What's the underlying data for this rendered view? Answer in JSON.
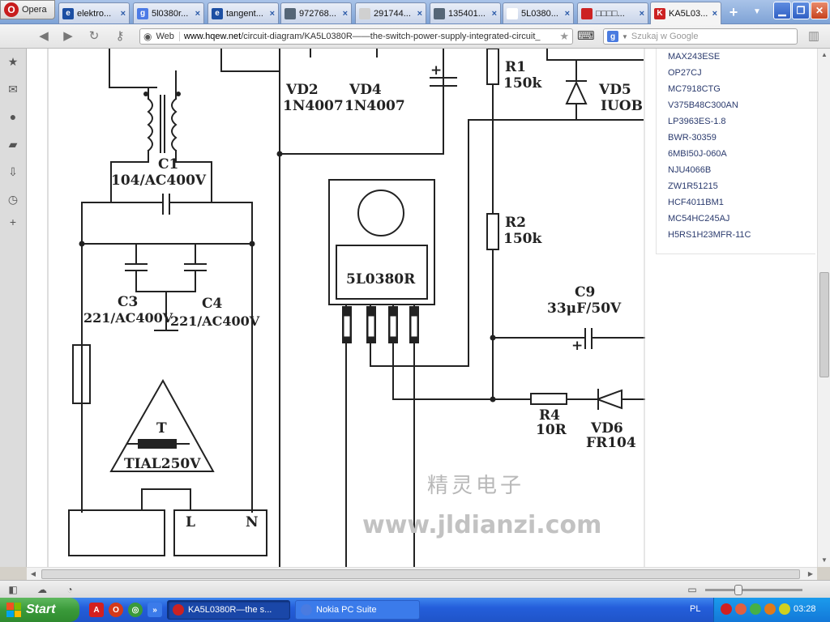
{
  "browser": {
    "menu_label": "Opera",
    "tabs": [
      {
        "title": "elektro...",
        "fav_color": "#1c4fa3",
        "fav_char": "e",
        "active": false
      },
      {
        "title": "5l0380r...",
        "fav_color": "#4c7be6",
        "fav_char": "g",
        "active": false
      },
      {
        "title": "tangent...",
        "fav_color": "#1c4fa3",
        "fav_char": "e",
        "active": false
      },
      {
        "title": "972768...",
        "fav_color": "#556677",
        "fav_char": "",
        "active": false
      },
      {
        "title": "291744...",
        "fav_color": "#d0d0d0",
        "fav_char": "",
        "active": false
      },
      {
        "title": "135401...",
        "fav_color": "#556677",
        "fav_char": "",
        "active": false
      },
      {
        "title": "5L0380...",
        "fav_color": "#ffffff",
        "fav_char": "",
        "active": false
      },
      {
        "title": "□□□□...",
        "fav_color": "#cc2222",
        "fav_char": "",
        "active": false
      },
      {
        "title": "KA5L03...",
        "fav_color": "#cc2222",
        "fav_char": "K",
        "active": true
      }
    ],
    "tab_close": "×",
    "new_tab": "+",
    "tab_menu": "▼"
  },
  "address_bar": {
    "mode_label": "Web",
    "url_domain": "www.hqew.net",
    "url_path": "/circuit-diagram/KA5L0380R——the-switch-power-supply-integrated-circuit_",
    "search_placeholder": "Szukaj w Google",
    "search_engine": "g"
  },
  "diagram": {
    "labels": {
      "vd2_name": "VD2",
      "vd2_part": "1N4007",
      "vd4_name": "VD4",
      "vd4_part": "1N4007",
      "r1_name": "R1",
      "r1_value": "150k",
      "vd5_name": "VD5",
      "vd5_part": "IUOB",
      "c1_name": "C1",
      "c1_value": "104/AC400V",
      "r2_name": "R2",
      "r2_value": "150k",
      "ic_name": "5L0380R",
      "c3_name": "C3",
      "c3_value": "221/AC400V",
      "c4_name": "C4",
      "c4_value": "221/AC400V",
      "c9_name": "C9",
      "c9_value": "33μF/50V",
      "cap_polarity": "+",
      "fuse_name": "T",
      "fuse_value": "TIAL250V",
      "r4_name": "R4",
      "r4_value": "10R",
      "vd6_name": "VD6",
      "vd6_part": "FR104",
      "term_l": "L",
      "term_n": "N",
      "watermark_cn": "精灵电子",
      "watermark_url": "www.jldianzi.com"
    }
  },
  "part_list": [
    "MAX243ESE",
    "OP27CJ",
    "MC7918CTG",
    "V375B48C300AN",
    "LP3963ES-1.8",
    "BWR-30359",
    "6MBI50J-060A",
    "NJU4066B",
    "ZW1R51215",
    "HCF4011BM1",
    "MC54HC245AJ",
    "H5RS1H23MFR-11C"
  ],
  "taskbar": {
    "start_label": "Start",
    "tasks": [
      {
        "label": "KA5L0380R—the s...",
        "active": true,
        "icon_color": "#cc2222"
      },
      {
        "label": "Nokia PC Suite",
        "active": false,
        "icon_color": "#4a7be0"
      }
    ],
    "language": "PL",
    "clock": "03:28"
  }
}
